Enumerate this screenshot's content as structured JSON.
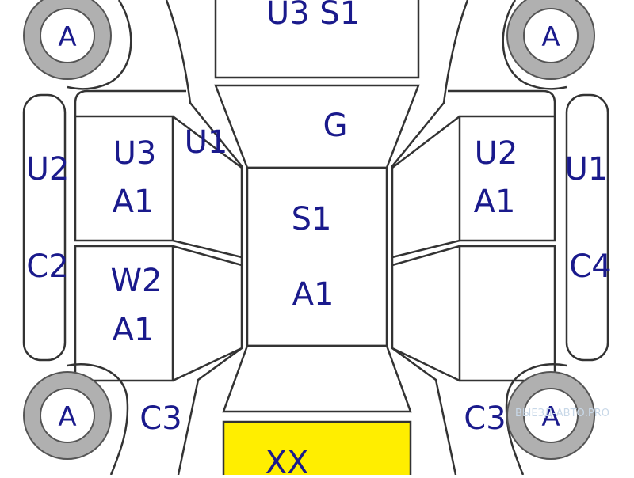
{
  "colors": {
    "text": "#1a1a8c",
    "line": "#333333",
    "tire": "#b0b0b0",
    "highlight": "#ffee00"
  },
  "wheels": {
    "front_left": "A",
    "front_right": "A",
    "rear_left": "A",
    "rear_right": "A"
  },
  "panels": {
    "roof_rear_top": "U3 S1",
    "hood": "G",
    "roof": "S1",
    "roof_lower": "A1",
    "front_left_door_line1": "U3",
    "front_left_door_line2": "A1",
    "rear_left_door_line1": "W2",
    "rear_left_door_line2": "A1",
    "front_right_door_line1": "U2",
    "front_right_door_line2": "A1",
    "left_pillar": "U1",
    "left_sill_top": "U2",
    "left_sill_bottom": "C2",
    "right_sill_top": "U1",
    "right_sill_bottom": "C4",
    "rear_left_quarter": "C3",
    "rear_right_quarter": "C3",
    "trunk": "XX"
  },
  "watermark": "ВЫЕЗД-АВТО.PRO"
}
